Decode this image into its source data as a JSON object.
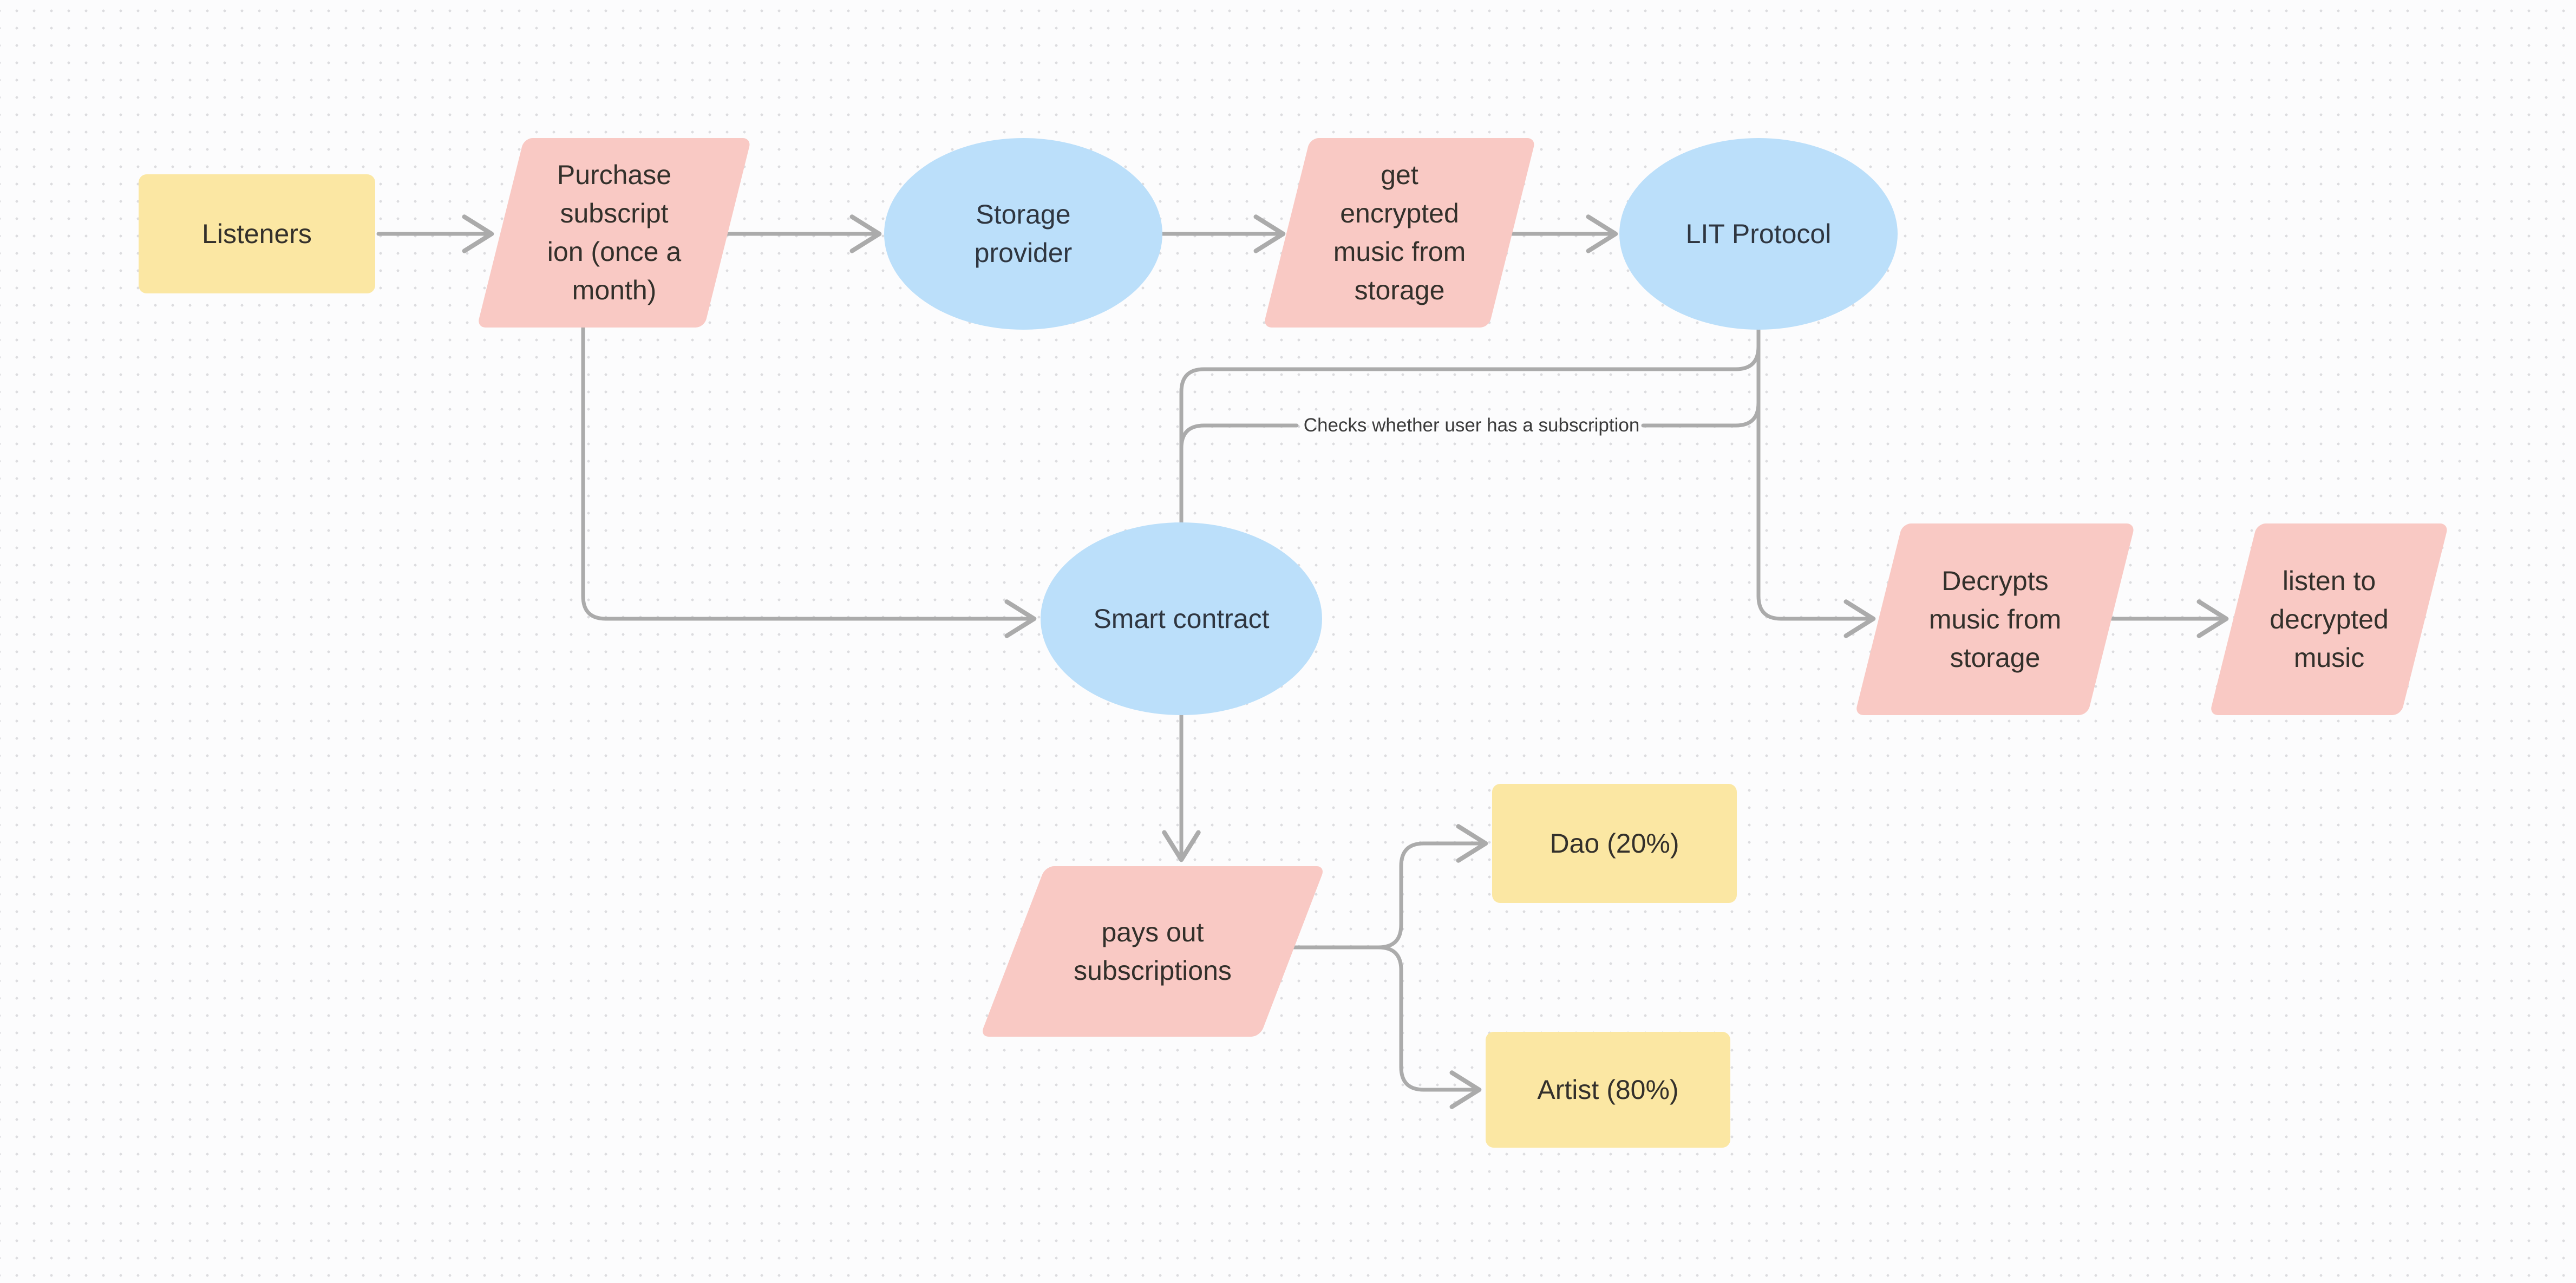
{
  "canvas": {
    "background_color": "#fcfcfd",
    "dot_color": "#dcdcdf"
  },
  "palette": {
    "node_yellow": "#FBE7A3",
    "node_pink": "#F9C9C4",
    "node_blue": "#BBDFFA",
    "edge_gray": "#ababab",
    "text_dark": "#33302b"
  },
  "diagram": {
    "nodes": [
      {
        "id": "listeners",
        "label": "Listeners",
        "shape": "rectangle",
        "color": "#FBE7A3"
      },
      {
        "id": "purchase-subscription",
        "label": "Purchase\nsubscript\nion (once a\nmonth)",
        "shape": "parallelogram",
        "color": "#F9C9C4"
      },
      {
        "id": "storage-provider",
        "label": "Storage\nprovider",
        "shape": "ellipse",
        "color": "#BBDFFA"
      },
      {
        "id": "get-encrypted-music",
        "label": "get\nencrypted\nmusic from\nstorage",
        "shape": "parallelogram",
        "color": "#F9C9C4"
      },
      {
        "id": "lit-protocol",
        "label": "LIT Protocol",
        "shape": "ellipse",
        "color": "#BBDFFA"
      },
      {
        "id": "smart-contract",
        "label": "Smart contract",
        "shape": "ellipse",
        "color": "#BBDFFA"
      },
      {
        "id": "decrypts-music",
        "label": "Decrypts\nmusic from\nstorage",
        "shape": "parallelogram",
        "color": "#F9C9C4"
      },
      {
        "id": "listen-decrypted",
        "label": "listen to\ndecrypted\nmusic",
        "shape": "parallelogram",
        "color": "#F9C9C4"
      },
      {
        "id": "pays-out-subscriptions",
        "label": "pays out\nsubscriptions",
        "shape": "parallelogram",
        "color": "#F9C9C4"
      },
      {
        "id": "dao",
        "label": "Dao (20%)",
        "shape": "rectangle",
        "color": "#FBE7A3"
      },
      {
        "id": "artist",
        "label": "Artist (80%)",
        "shape": "rectangle",
        "color": "#FBE7A3"
      }
    ],
    "edges": [
      {
        "from": "listeners",
        "to": "purchase-subscription",
        "label": "",
        "arrow": true
      },
      {
        "from": "purchase-subscription",
        "to": "storage-provider",
        "label": "",
        "arrow": true
      },
      {
        "from": "storage-provider",
        "to": "get-encrypted-music",
        "label": "",
        "arrow": true
      },
      {
        "from": "get-encrypted-music",
        "to": "lit-protocol",
        "label": "",
        "arrow": true
      },
      {
        "from": "purchase-subscription",
        "to": "smart-contract",
        "label": "",
        "arrow": true
      },
      {
        "from": "smart-contract",
        "to": "lit-protocol",
        "label": "",
        "arrow": false
      },
      {
        "from": "smart-contract",
        "to": "lit-protocol",
        "label": "Checks whether user has a subscription",
        "arrow": false
      },
      {
        "from": "lit-protocol",
        "to": "decrypts-music",
        "label": "",
        "arrow": true
      },
      {
        "from": "decrypts-music",
        "to": "listen-decrypted",
        "label": "",
        "arrow": true
      },
      {
        "from": "smart-contract",
        "to": "pays-out-subscriptions",
        "label": "",
        "arrow": true
      },
      {
        "from": "pays-out-subscriptions",
        "to": "dao",
        "label": "",
        "arrow": true
      },
      {
        "from": "pays-out-subscriptions",
        "to": "artist",
        "label": "",
        "arrow": true
      }
    ]
  }
}
